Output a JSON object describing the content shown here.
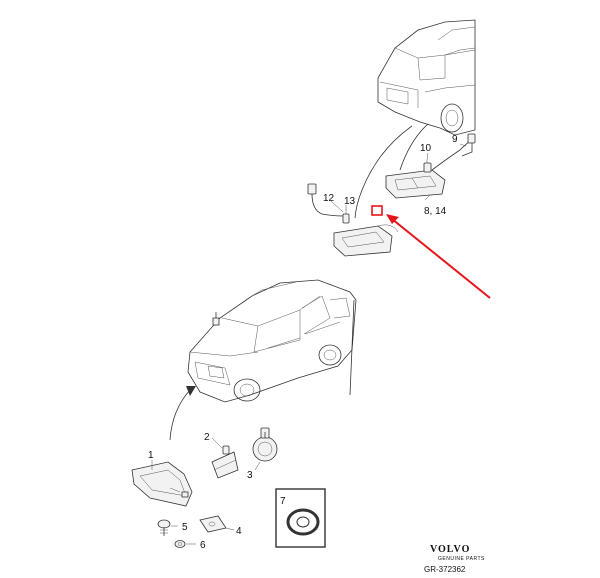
{
  "labels": {
    "part1": "1",
    "part2": "2",
    "part3": "3",
    "part4": "4",
    "part5": "5",
    "part6": "6",
    "part7": "7",
    "part9": "9",
    "part10": "10",
    "part12": "12",
    "part13": "13",
    "part8_14": "8, 14"
  },
  "branding": {
    "logo": "VOLVO",
    "tagline": "GENUINE PARTS",
    "diagram_code": "GR-372362"
  },
  "colors": {
    "highlight_arrow": "#e8141b",
    "line": "#333333",
    "outline": "#111111"
  }
}
